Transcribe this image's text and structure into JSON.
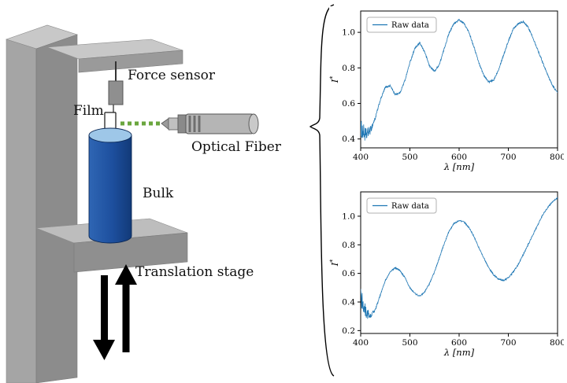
{
  "figure": {
    "apparatus_labels": {
      "force_sensor": "Force sensor",
      "film": "Film",
      "bulk": "Bulk",
      "translation_stage": "Translation stage",
      "optical_fiber": "Optical Fiber"
    },
    "colors": {
      "bulk_body": "#1d4f9e",
      "bulk_top": "#9ec7e8",
      "stage_light": "#c8c8c8",
      "stage_mid": "#a5a5a5",
      "stage_dark": "#8c8c8c",
      "laser_green": "#6aa63e",
      "fiber_gray": "#b5b5b5"
    }
  },
  "chart_data": [
    {
      "type": "line",
      "legend": "Raw data",
      "xlabel": "λ [nm]",
      "ylabel": "I*",
      "line_color": "#1f77b4",
      "xlim": [
        400,
        800
      ],
      "ylim": [
        0.35,
        1.12
      ],
      "xticks": [
        400,
        500,
        600,
        700,
        800
      ],
      "yticks": [
        0.4,
        0.6,
        0.8,
        1.0
      ],
      "x": [
        400,
        410,
        420,
        430,
        440,
        450,
        460,
        470,
        480,
        490,
        500,
        510,
        520,
        530,
        540,
        550,
        560,
        570,
        580,
        590,
        600,
        610,
        620,
        630,
        640,
        650,
        660,
        670,
        680,
        690,
        700,
        710,
        720,
        730,
        740,
        750,
        760,
        770,
        780,
        790,
        800
      ],
      "y": [
        0.46,
        0.42,
        0.45,
        0.52,
        0.62,
        0.69,
        0.7,
        0.65,
        0.66,
        0.73,
        0.83,
        0.91,
        0.94,
        0.89,
        0.81,
        0.78,
        0.82,
        0.91,
        1.0,
        1.05,
        1.07,
        1.05,
        1.0,
        0.92,
        0.83,
        0.76,
        0.72,
        0.73,
        0.79,
        0.87,
        0.95,
        1.02,
        1.05,
        1.06,
        1.03,
        0.97,
        0.9,
        0.83,
        0.76,
        0.7,
        0.66
      ],
      "noise": {
        "base": 0.005,
        "peak": 0.045,
        "decay": 20
      }
    },
    {
      "type": "line",
      "legend": "Raw data",
      "xlabel": "λ [nm]",
      "ylabel": "I*",
      "line_color": "#1f77b4",
      "xlim": [
        400,
        800
      ],
      "ylim": [
        0.18,
        1.17
      ],
      "xticks": [
        400,
        500,
        600,
        700,
        800
      ],
      "yticks": [
        0.2,
        0.4,
        0.6,
        0.8,
        1.0
      ],
      "x": [
        400,
        410,
        420,
        430,
        440,
        450,
        460,
        470,
        480,
        490,
        500,
        510,
        520,
        530,
        540,
        550,
        560,
        570,
        580,
        590,
        600,
        610,
        620,
        630,
        640,
        650,
        660,
        670,
        680,
        690,
        700,
        710,
        720,
        730,
        740,
        750,
        760,
        770,
        780,
        790,
        800
      ],
      "y": [
        0.43,
        0.33,
        0.3,
        0.35,
        0.45,
        0.55,
        0.61,
        0.64,
        0.62,
        0.57,
        0.5,
        0.46,
        0.44,
        0.47,
        0.53,
        0.61,
        0.71,
        0.81,
        0.9,
        0.95,
        0.97,
        0.96,
        0.92,
        0.86,
        0.78,
        0.71,
        0.64,
        0.59,
        0.56,
        0.55,
        0.57,
        0.61,
        0.66,
        0.73,
        0.8,
        0.87,
        0.94,
        1.01,
        1.06,
        1.1,
        1.13
      ],
      "noise": {
        "base": 0.005,
        "peak": 0.06,
        "decay": 18
      }
    }
  ]
}
